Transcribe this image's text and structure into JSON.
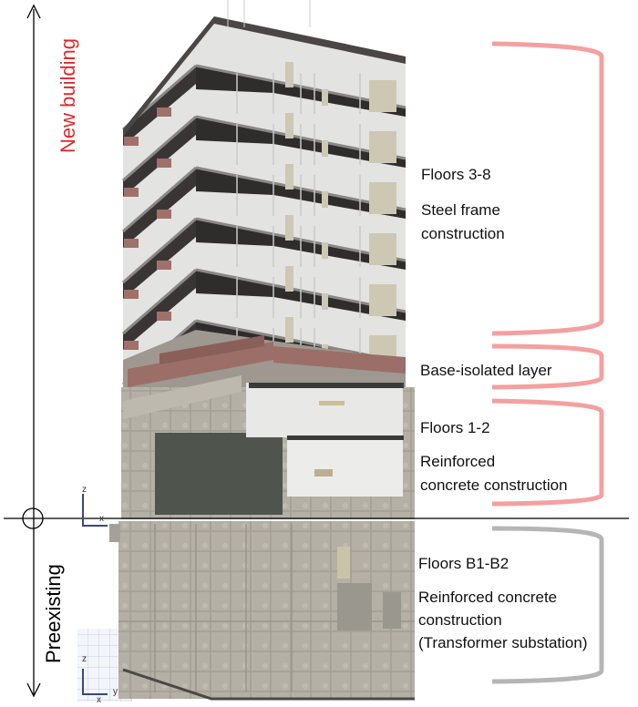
{
  "axis": {
    "new_label": "New building",
    "pre_label": "Preexisting",
    "new_color": "#e0282d"
  },
  "colors": {
    "bracket_new": "#f4a0a0",
    "bracket_pre": "#b5b5b5"
  },
  "labels": {
    "floors_3_8": "Floors 3-8",
    "steel_1": "Steel frame",
    "steel_2": "construction",
    "base_isolated": "Base-isolated layer",
    "floors_1_2": "Floors 1-2",
    "rc_1": "Reinforced",
    "rc_2": "concrete construction",
    "floors_b": "Floors B1-B2",
    "rcb_1": "Reinforced concrete",
    "rcb_2": "construction",
    "rcb_3": "(Transformer substation)"
  },
  "gizmo": {
    "z": "z",
    "x": "x",
    "y": "y"
  }
}
